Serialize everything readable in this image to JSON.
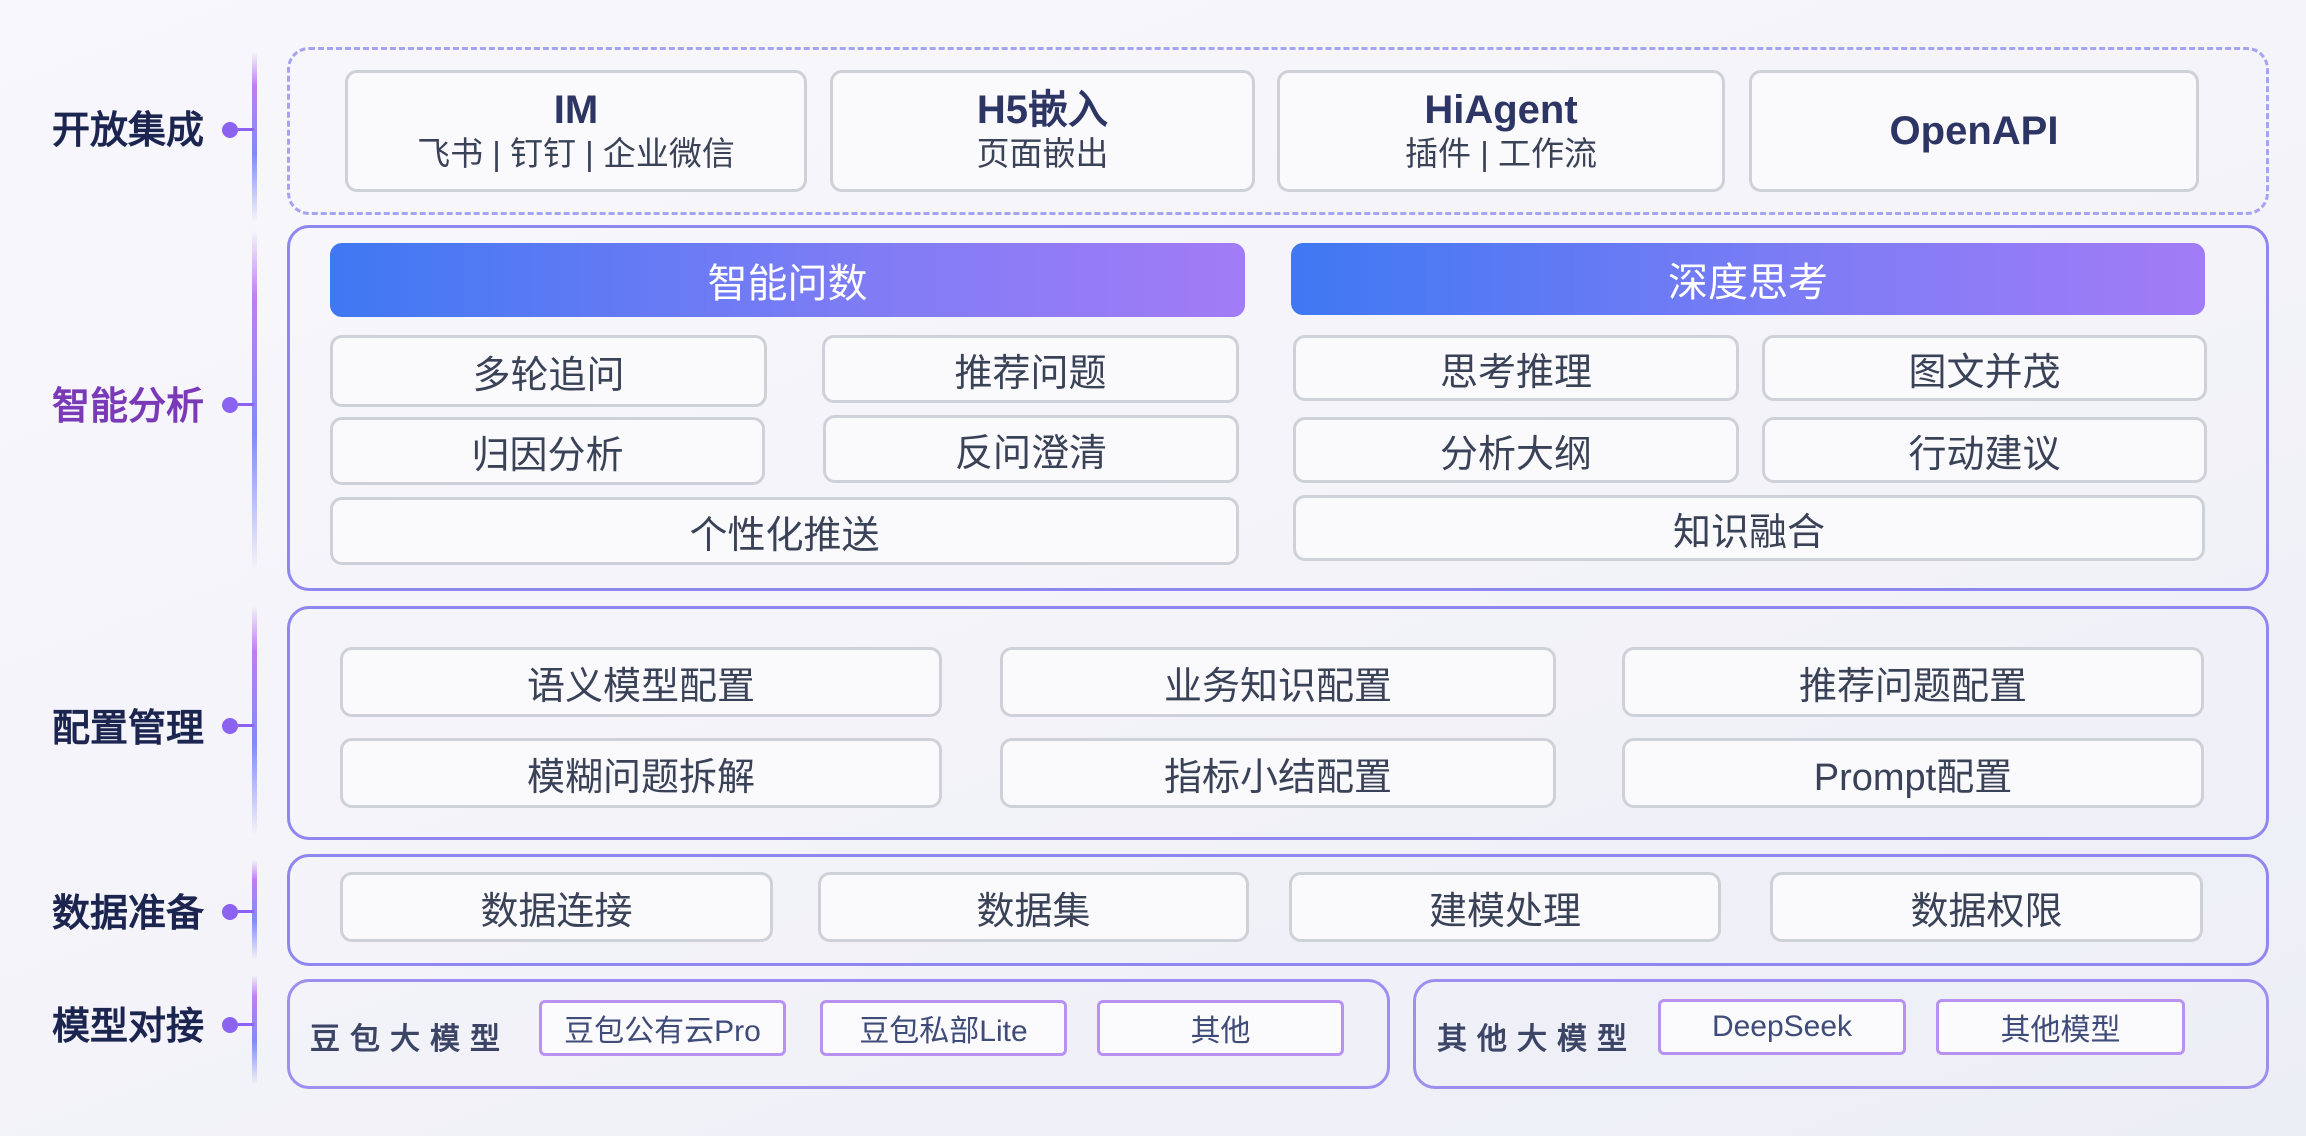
{
  "rows": {
    "open": "开放集成",
    "smart": "智能分析",
    "config": "配置管理",
    "data": "数据准备",
    "model": "模型对接"
  },
  "open": {
    "im": {
      "title": "IM",
      "sub": "飞书 | 钉钉 | 企业微信"
    },
    "h5": {
      "title": "H5嵌入",
      "sub": "页面嵌出"
    },
    "hiagent": {
      "title": "HiAgent",
      "sub": "插件 | 工作流"
    },
    "openapi": {
      "title": "OpenAPI"
    }
  },
  "smart": {
    "left": {
      "header": "智能问数",
      "items": [
        "多轮追问",
        "推荐问题",
        "归因分析",
        "反问澄清",
        "个性化推送"
      ]
    },
    "right": {
      "header": "深度思考",
      "items": [
        "思考推理",
        "图文并茂",
        "分析大纲",
        "行动建议",
        "知识融合"
      ]
    }
  },
  "config": {
    "items": [
      "语义模型配置",
      "业务知识配置",
      "推荐问题配置",
      "模糊问题拆解",
      "指标小结配置",
      "Prompt配置"
    ]
  },
  "data": {
    "items": [
      "数据连接",
      "数据集",
      "建模处理",
      "数据权限"
    ]
  },
  "model": {
    "doubao": {
      "title": "豆包大模型",
      "items": [
        "豆包公有云Pro",
        "豆包私部Lite",
        "其他"
      ]
    },
    "other": {
      "title": "其他大模型",
      "items": [
        "DeepSeek",
        "其他模型"
      ]
    }
  },
  "colors": {
    "accent": "#8b63f0",
    "header_gradient_start": "#3f78f3",
    "header_gradient_end": "#a27cf6",
    "label_dark": "#1b2550",
    "label_highlight": "#7a3ab8"
  }
}
